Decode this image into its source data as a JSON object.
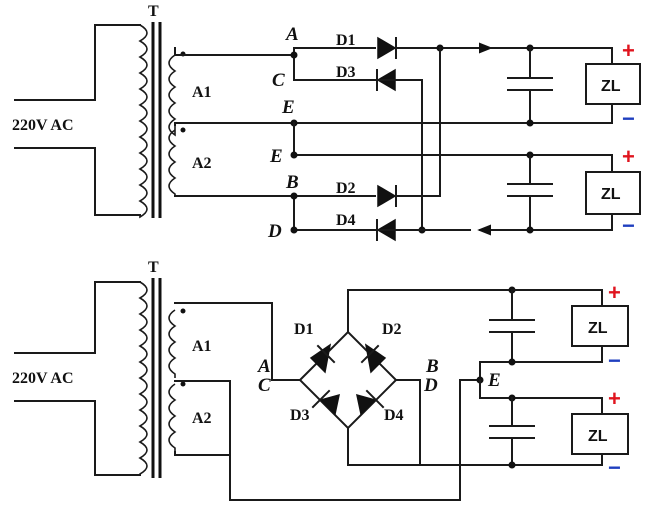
{
  "colors": {
    "wire": "#1a1a1a",
    "plus": "#e0141e",
    "minus": "#1f3fbf"
  },
  "top": {
    "transformer_label": "T",
    "source_label": "220V AC",
    "winding1": "A1",
    "winding2": "A2",
    "nodes": {
      "a": "A",
      "c": "C",
      "e1": "E",
      "e2": "E",
      "b": "B",
      "d": "D"
    },
    "diodes": {
      "d1": "D1",
      "d3": "D3",
      "d2": "D2",
      "d4": "D4"
    },
    "load1": {
      "label": "ZL",
      "plus": "+",
      "minus": "−"
    },
    "load2": {
      "label": "ZL",
      "plus": "+",
      "minus": "−"
    }
  },
  "bottom": {
    "transformer_label": "T",
    "source_label": "220V AC",
    "winding1": "A1",
    "winding2": "A2",
    "nodes": {
      "a": "A",
      "c": "C",
      "b": "B",
      "d": "D",
      "e": "E"
    },
    "diodes": {
      "d1": "D1",
      "d2": "D2",
      "d3": "D3",
      "d4": "D4"
    },
    "load1": {
      "label": "ZL",
      "plus": "+",
      "minus": "−"
    },
    "load2": {
      "label": "ZL",
      "plus": "+",
      "minus": "−"
    }
  }
}
